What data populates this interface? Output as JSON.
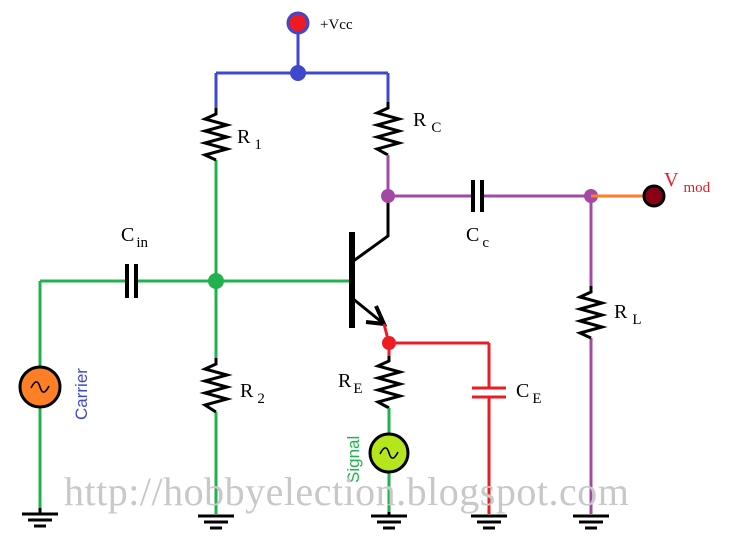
{
  "colors": {
    "supply": "#3f48cc",
    "bias": "#22b14c",
    "output": "#a349a4",
    "emitter": "#ed1c24",
    "load": "#ff7f27",
    "ground": "#000000",
    "vcc_node": "#ed1c24",
    "vmod_node": "#880015",
    "carrier_fill": "#ff7f27",
    "signal_fill": "#b5e61d",
    "carrier_text": "#3f48cc",
    "signal_text": "#22b14c",
    "vmod_text": "#ed1c24",
    "watermark": "#c8c8c8"
  },
  "labels": {
    "vcc": "+Vcc",
    "r1": {
      "main": "R",
      "sub": "1"
    },
    "rc": {
      "main": "R",
      "sub": "C"
    },
    "cin": {
      "main": "C",
      "sub": "in"
    },
    "cc": {
      "main": "C",
      "sub": "c"
    },
    "r2": {
      "main": "R",
      "sub": "2"
    },
    "re": {
      "main": "R",
      "sub": "E"
    },
    "ce": {
      "main": "C",
      "sub": "E"
    },
    "rl": {
      "main": "R",
      "sub": "L"
    },
    "vmod": {
      "main": "V",
      "sub": "mod"
    },
    "carrier": "Carrier",
    "signal": "Signal"
  },
  "icons": {
    "carrier_source": "ac-source-icon",
    "signal_source": "ac-source-icon",
    "ground": "ground-icon",
    "transistor": "npn-transistor-icon"
  },
  "watermark": "http://hobbyelection.blogspot.com"
}
